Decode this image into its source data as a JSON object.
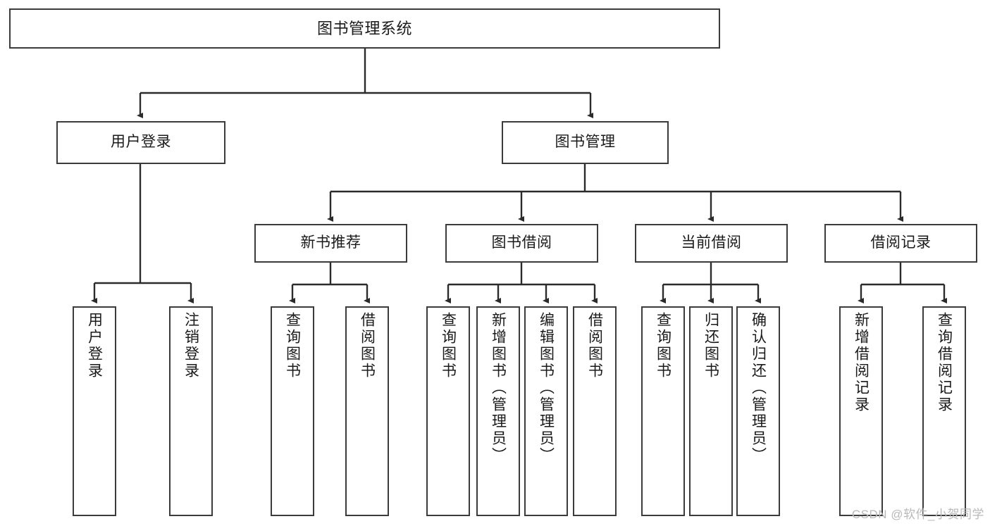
{
  "diagram": {
    "type": "hierarchy-tree",
    "title": "图书管理系统",
    "root": {
      "id": "root",
      "label": "图书管理系统",
      "orientation": "horizontal"
    },
    "level2": [
      {
        "id": "user-login",
        "label": "用户登录",
        "orientation": "horizontal"
      },
      {
        "id": "book-management",
        "label": "图书管理",
        "orientation": "horizontal"
      }
    ],
    "level3": [
      {
        "id": "new-book-recommend",
        "label": "新书推荐",
        "orientation": "horizontal",
        "parent": "book-management"
      },
      {
        "id": "book-borrow",
        "label": "图书借阅",
        "orientation": "horizontal",
        "parent": "book-management"
      },
      {
        "id": "current-borrow",
        "label": "当前借阅",
        "orientation": "horizontal",
        "parent": "book-management"
      },
      {
        "id": "borrow-record",
        "label": "借阅记录",
        "orientation": "horizontal",
        "parent": "book-management"
      }
    ],
    "leaves": [
      {
        "id": "leaf-user-login",
        "label": "用户登录",
        "parent": "user-login",
        "orientation": "vertical"
      },
      {
        "id": "leaf-logout",
        "label": "注销登录",
        "parent": "user-login",
        "orientation": "vertical"
      },
      {
        "id": "leaf-query-book-1",
        "label": "查询图书",
        "parent": "new-book-recommend",
        "orientation": "vertical"
      },
      {
        "id": "leaf-borrow-book-1",
        "label": "借阅图书",
        "parent": "new-book-recommend",
        "orientation": "vertical"
      },
      {
        "id": "leaf-query-book-2",
        "label": "查询图书",
        "parent": "book-borrow",
        "orientation": "vertical"
      },
      {
        "id": "leaf-add-book",
        "label": "新增图书（管理员）",
        "parent": "book-borrow",
        "orientation": "vertical"
      },
      {
        "id": "leaf-edit-book",
        "label": "编辑图书（管理员）",
        "parent": "book-borrow",
        "orientation": "vertical"
      },
      {
        "id": "leaf-borrow-book-2",
        "label": "借阅图书",
        "parent": "book-borrow",
        "orientation": "vertical"
      },
      {
        "id": "leaf-query-book-3",
        "label": "查询图书",
        "parent": "current-borrow",
        "orientation": "vertical"
      },
      {
        "id": "leaf-return-book",
        "label": "归还图书",
        "parent": "current-borrow",
        "orientation": "vertical"
      },
      {
        "id": "leaf-confirm-return",
        "label": "确认归还（管理员）",
        "parent": "current-borrow",
        "orientation": "vertical"
      },
      {
        "id": "leaf-add-record",
        "label": "新增借阅记录",
        "parent": "borrow-record",
        "orientation": "vertical"
      },
      {
        "id": "leaf-query-record",
        "label": "查询借阅记录",
        "parent": "borrow-record",
        "orientation": "vertical"
      }
    ],
    "colors": {
      "box_border": "#3b3b3b",
      "box_fill": "#ffffff",
      "connector": "#2b2b2b",
      "text": "#1a1a1a",
      "watermark": "#b9b9b9",
      "background": "#ffffff"
    }
  },
  "watermark": {
    "text": "CSDN @软件_小贺同学"
  }
}
